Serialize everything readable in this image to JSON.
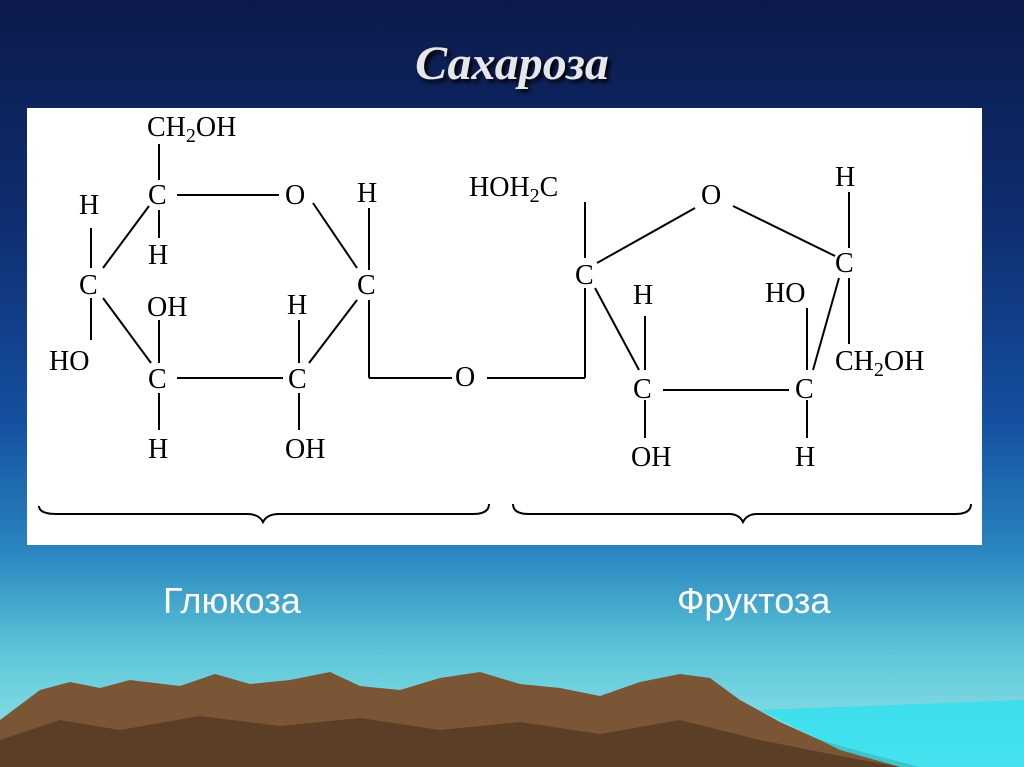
{
  "title": "Сахароза",
  "labels": {
    "glucose": "Глюкоза",
    "fructose": "Фруктоза"
  },
  "glucose_ring": {
    "ch2oh_top": "CH2OH",
    "c_top": "C",
    "o_ring": "O",
    "h_topleft": "H",
    "h_under_top": "H",
    "h_right_top": "H",
    "c_left": "C",
    "c_right": "C",
    "oh_mid": "OH",
    "h_mid": "H",
    "ho_left": "HO",
    "c_bottom_left": "C",
    "c_bottom_right": "C",
    "h_bottom": "H",
    "oh_bottom": "OH"
  },
  "bridge_o": "O",
  "fructose_ring": {
    "hoh2c": "HOH2C",
    "o_ring": "O",
    "h_top_right": "H",
    "c_left": "C",
    "c_right": "C",
    "h_left": "H",
    "ho_right": "HO",
    "ch2oh_right": "CH2OH",
    "c_bottom_left": "C",
    "c_bottom_right": "C",
    "oh_bottom": "OH",
    "h_bottom": "H"
  },
  "colors": {
    "title": "#e6e6ec",
    "panel": "#ffffff",
    "ink": "#000000"
  }
}
